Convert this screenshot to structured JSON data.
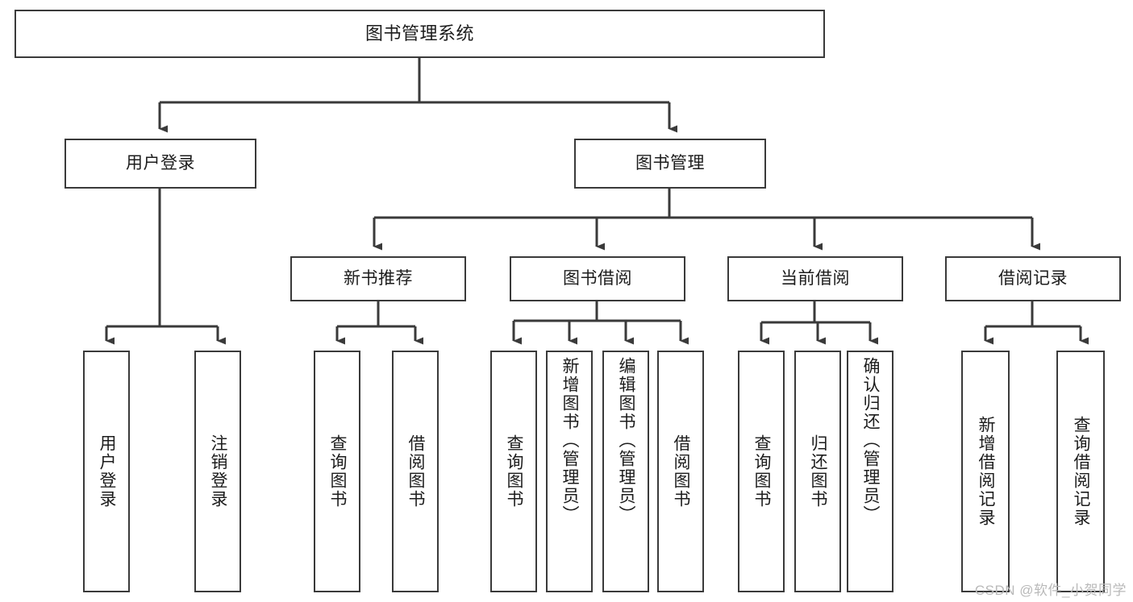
{
  "diagram": {
    "title": "图书管理系统",
    "type": "tree-structure-chart",
    "colors": {
      "background": "#ffffff",
      "box_border": "#3a3a3a",
      "box_fill": "#ffffff",
      "edge": "#3a3a3a",
      "text": "#1c1c1c",
      "watermark": "#b9b9b9"
    },
    "watermark": "CSDN @软件_小贺同学"
  },
  "nodes": {
    "root": {
      "label": "图书管理系统"
    },
    "level1": [
      {
        "label": "用户登录"
      },
      {
        "label": "图书管理"
      }
    ],
    "level2": [
      {
        "label": "新书推荐"
      },
      {
        "label": "图书借阅"
      },
      {
        "label": "当前借阅"
      },
      {
        "label": "借阅记录"
      }
    ],
    "leaves": {
      "user_login": [
        {
          "label": "用户登录"
        },
        {
          "label": "注销登录"
        }
      ],
      "new_book_recommend": [
        {
          "label": "查询图书"
        },
        {
          "label": "借阅图书"
        }
      ],
      "book_borrow": [
        {
          "label": "查询图书"
        },
        {
          "label": "新增图书（管理员）"
        },
        {
          "label": "编辑图书（管理员）"
        },
        {
          "label": "借阅图书"
        }
      ],
      "current_borrow": [
        {
          "label": "查询图书"
        },
        {
          "label": "归还图书"
        },
        {
          "label": "确认归还（管理员）"
        }
      ],
      "borrow_record": [
        {
          "label": "新增借阅记录"
        },
        {
          "label": "查询借阅记录"
        }
      ]
    }
  }
}
